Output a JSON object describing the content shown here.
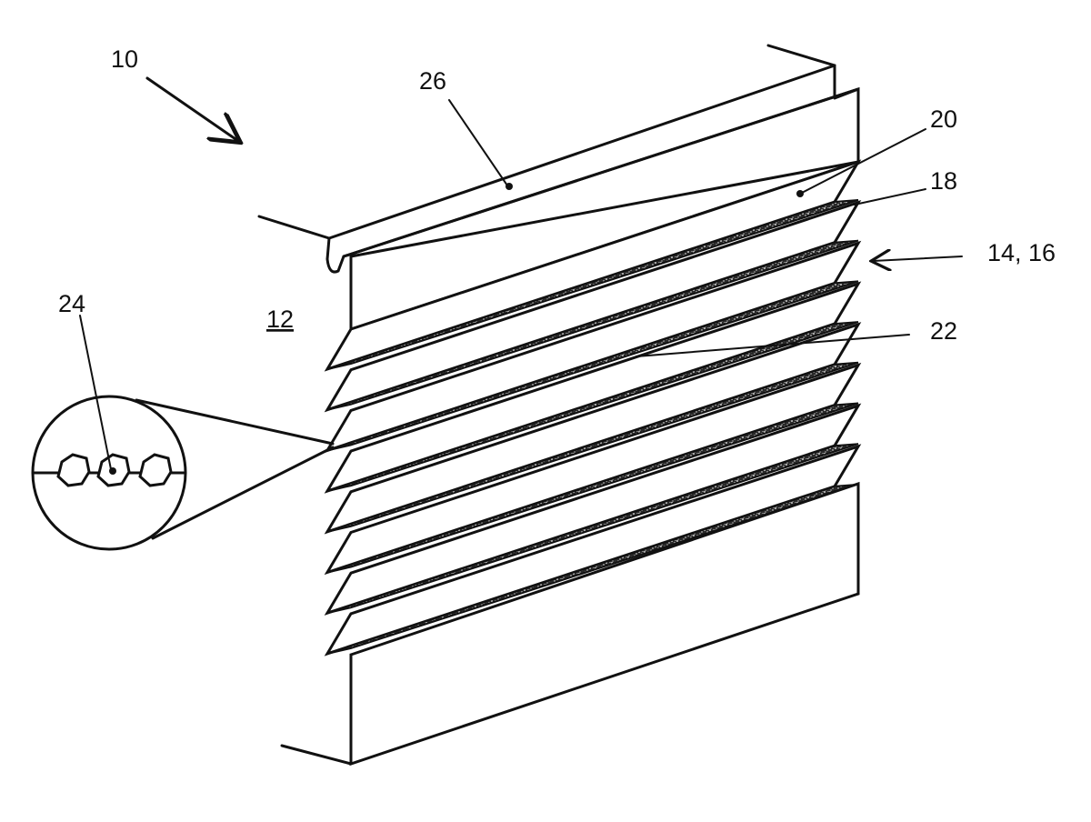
{
  "figure": {
    "type": "patent-drawing",
    "subject": "pleated window shade",
    "reference_numerals": {
      "assembly": "10",
      "window": "12",
      "shade": "14, 16",
      "pleat": "18",
      "top_panel": "20",
      "cord": "22",
      "cord_detail": "24",
      "headrail": "26"
    },
    "colors": {
      "ink": "#111111",
      "paper": "#ffffff"
    }
  }
}
